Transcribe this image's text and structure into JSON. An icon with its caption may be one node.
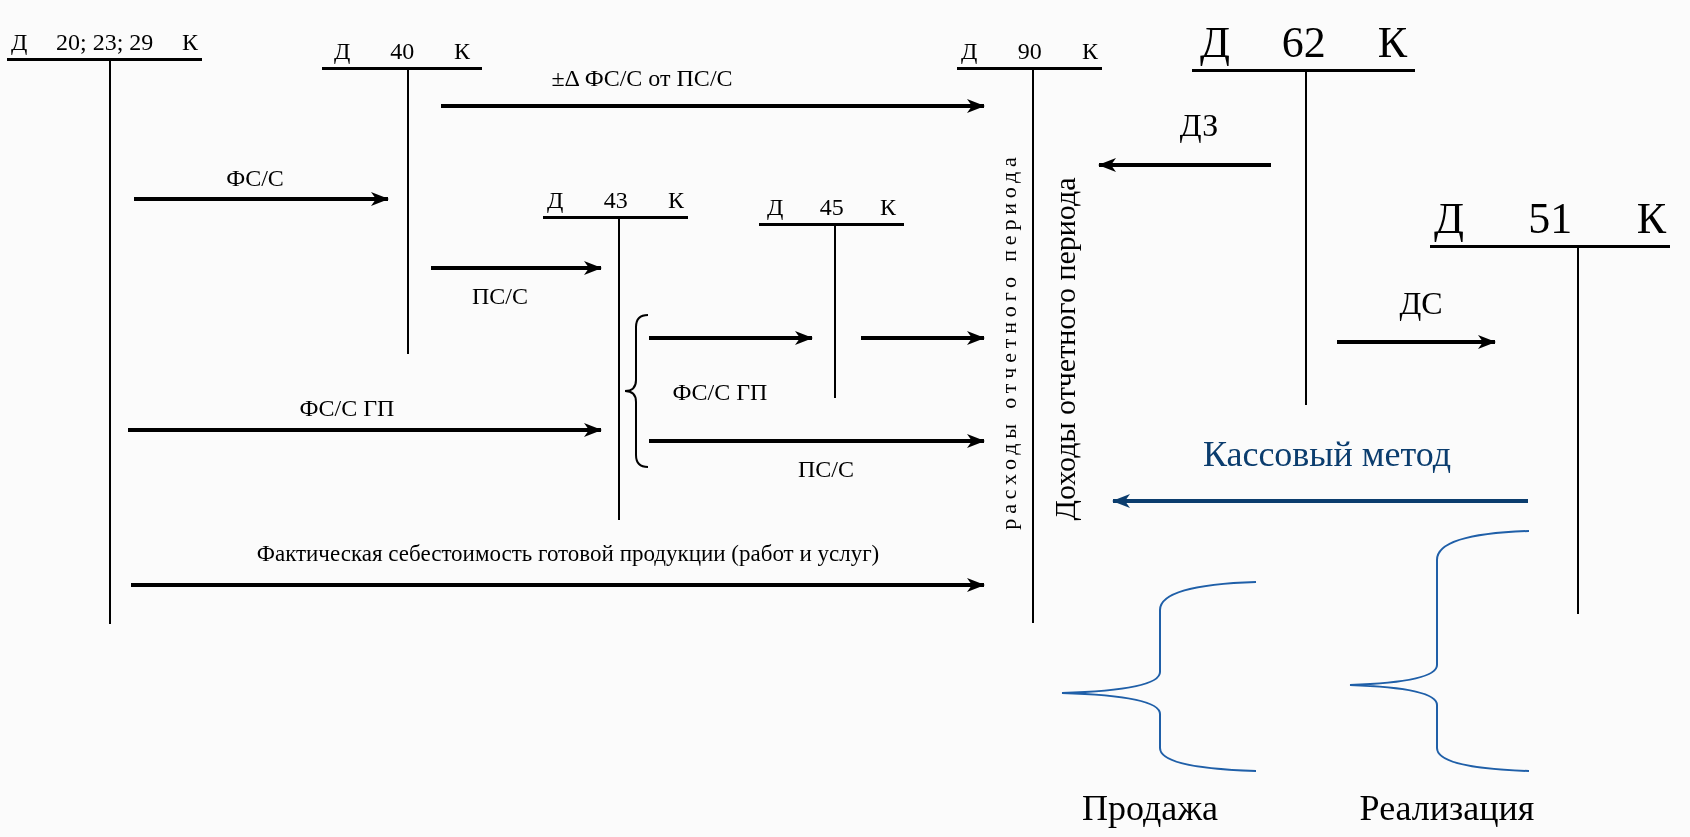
{
  "diagram": {
    "nodes": [
      {
        "text": [
          "Д",
          "20; 23; 29",
          "К"
        ]
      },
      {
        "text": [
          "Д",
          "40",
          "К"
        ]
      },
      {
        "text": [
          "Д",
          "90",
          "К",
          "расходы отчетного периода",
          "Доходы отчетного периода"
        ]
      },
      {
        "text": [
          "Д",
          "43",
          "К"
        ]
      },
      {
        "text": [
          "Д",
          "45",
          "К"
        ]
      },
      {
        "text": [
          "Д",
          "62",
          "К"
        ]
      },
      {
        "text": [
          "Д",
          "51",
          "К"
        ]
      }
    ],
    "edges": [
      {
        "from": 0,
        "to": 1,
        "arrow": "to",
        "label": "ФС/С"
      },
      {
        "from": 1,
        "to": 2,
        "arrow": "to",
        "label": "±Δ ФС/С от ПС/С"
      },
      {
        "from": 1,
        "to": 3,
        "arrow": "to",
        "label": "ПС/С"
      },
      {
        "from": 0,
        "to": 3,
        "arrow": "to",
        "label": "ФС/С ГП"
      },
      {
        "from": 3,
        "to": 4,
        "arrow": "to",
        "label": "ФС/С ГП"
      },
      {
        "from": 4,
        "to": 2,
        "arrow": "to"
      },
      {
        "from": 3,
        "to": 2,
        "arrow": "to",
        "label": "ПС/С"
      },
      {
        "from": 0,
        "to": 2,
        "arrow": "to",
        "label": "Фактическая себестоимость готовой продукции (работ и услуг)"
      },
      {
        "from": 5,
        "to": 2,
        "arrow": "to",
        "label": "ДЗ"
      },
      {
        "from": 5,
        "to": 6,
        "arrow": "to",
        "label": "ДС"
      },
      {
        "from": 6,
        "to": 2,
        "arrow": "to",
        "label": "Кассовый метод",
        "color": "#0b3d6e"
      }
    ],
    "labels": [
      "Продажа",
      "Реализация"
    ]
  }
}
